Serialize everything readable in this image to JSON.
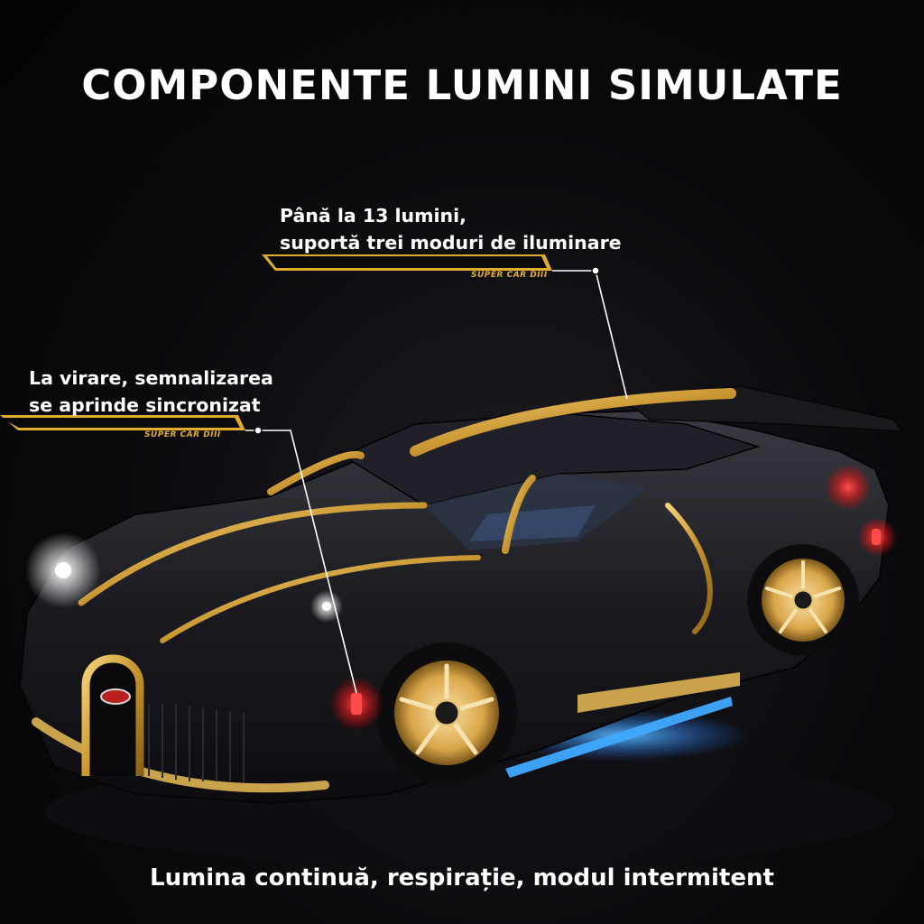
{
  "header": {
    "title": "COMPONENTE LUMINI SIMULATE"
  },
  "callouts": [
    {
      "lines": [
        "Până la 13 lumini,",
        "suportă trei moduri  de iluminare"
      ],
      "badge": "SUPER CAR DIII"
    },
    {
      "lines": [
        "La virare, semnalizarea",
        "se aprinde sincronizat"
      ],
      "badge": "SUPER CAR DIII"
    }
  ],
  "footer": {
    "caption": "Lumina continuă, respirație, modul intermitent"
  },
  "colors": {
    "accent": "#e2ad2e",
    "body": "#15151a",
    "headlight": "#ffffff",
    "taillight": "#ff3030",
    "underglow": "#39a6ff"
  },
  "icons": [
    "car-illustration",
    "wheel-icon",
    "headlight-icon",
    "taillight-icon"
  ]
}
